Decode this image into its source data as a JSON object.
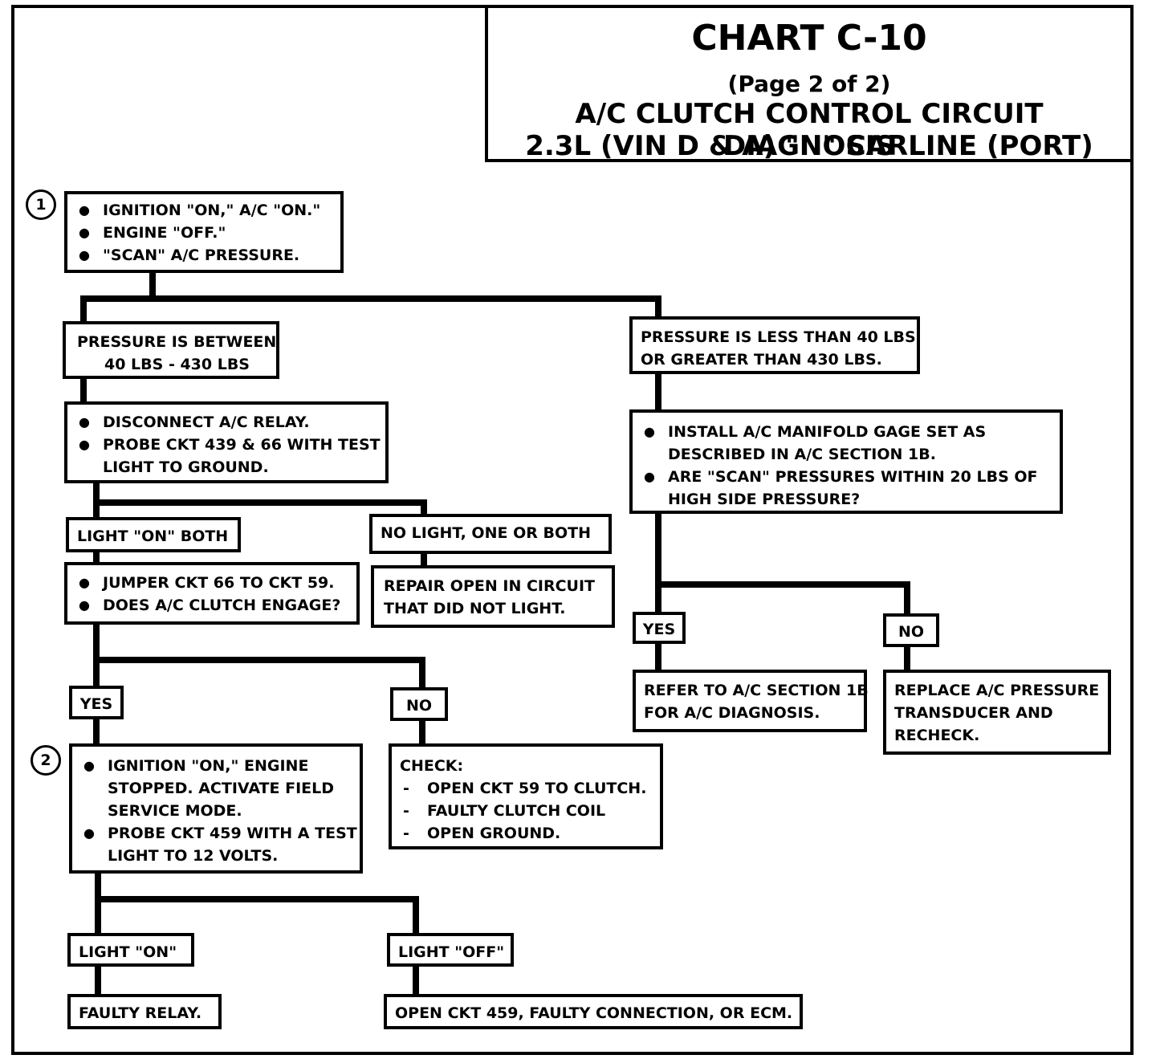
{
  "title": {
    "chart": "CHART C-10",
    "page": "(Page 2 of 2)",
    "line1": "A/C CLUTCH CONTROL CIRCUIT DIAGNOSIS",
    "line2": "2.3L  (VIN D & A)  \"N\"  CARLINE  (PORT)"
  },
  "steps": {
    "step1": "1",
    "step2": "2"
  },
  "start": {
    "items": [
      "IGNITION \"ON,\" A/C \"ON.\"",
      "ENGINE \"OFF.\"",
      "\"SCAN\" A/C PRESSURE."
    ]
  },
  "pressure_ok": {
    "line1": "PRESSURE IS BETWEEN",
    "line2": "40 LBS - 430 LBS"
  },
  "pressure_bad": {
    "line1": "PRESSURE IS LESS THAN 40 LBS",
    "line2": "OR GREATER THAN 430 LBS."
  },
  "relay_test": {
    "items": [
      "DISCONNECT A/C RELAY.",
      "PROBE CKT 439 & 66 WITH TEST",
      "LIGHT TO GROUND."
    ]
  },
  "gage_test": {
    "items": [
      "INSTALL A/C MANIFOLD GAGE SET AS",
      "DESCRIBED IN A/C SECTION 1B.",
      "ARE \"SCAN\" PRESSURES WITHIN 20 LBS OF",
      "HIGH SIDE PRESSURE?"
    ]
  },
  "light_on_both": "LIGHT \"ON\" BOTH",
  "no_light": "NO LIGHT, ONE OR BOTH",
  "jumper_test": {
    "items": [
      "JUMPER CKT 66 TO CKT 59.",
      "DOES A/C CLUTCH ENGAGE?"
    ]
  },
  "repair_open": {
    "line1": "REPAIR OPEN IN CIRCUIT",
    "line2": "THAT DID NOT LIGHT."
  },
  "yes_label": "YES",
  "no_label": "NO",
  "refer": {
    "line1": "REFER TO A/C SECTION 1B",
    "line2": "FOR A/C DIAGNOSIS."
  },
  "replace": {
    "line1": "REPLACE A/C PRESSURE",
    "line2": "TRANSDUCER AND",
    "line3": "RECHECK."
  },
  "field_service": {
    "items": [
      "IGNITION \"ON,\" ENGINE",
      "STOPPED.  ACTIVATE FIELD",
      "SERVICE MODE.",
      "PROBE CKT 459 WITH A TEST",
      "LIGHT TO 12 VOLTS."
    ]
  },
  "check": {
    "heading": "CHECK:",
    "items": [
      "OPEN CKT 59 TO CLUTCH.",
      "FAULTY CLUTCH COIL",
      "OPEN GROUND."
    ]
  },
  "light_on": "LIGHT \"ON\"",
  "light_off": "LIGHT \"OFF\"",
  "faulty_relay": "FAULTY RELAY.",
  "open_ckt": "OPEN CKT 459, FAULTY CONNECTION, OR ECM."
}
